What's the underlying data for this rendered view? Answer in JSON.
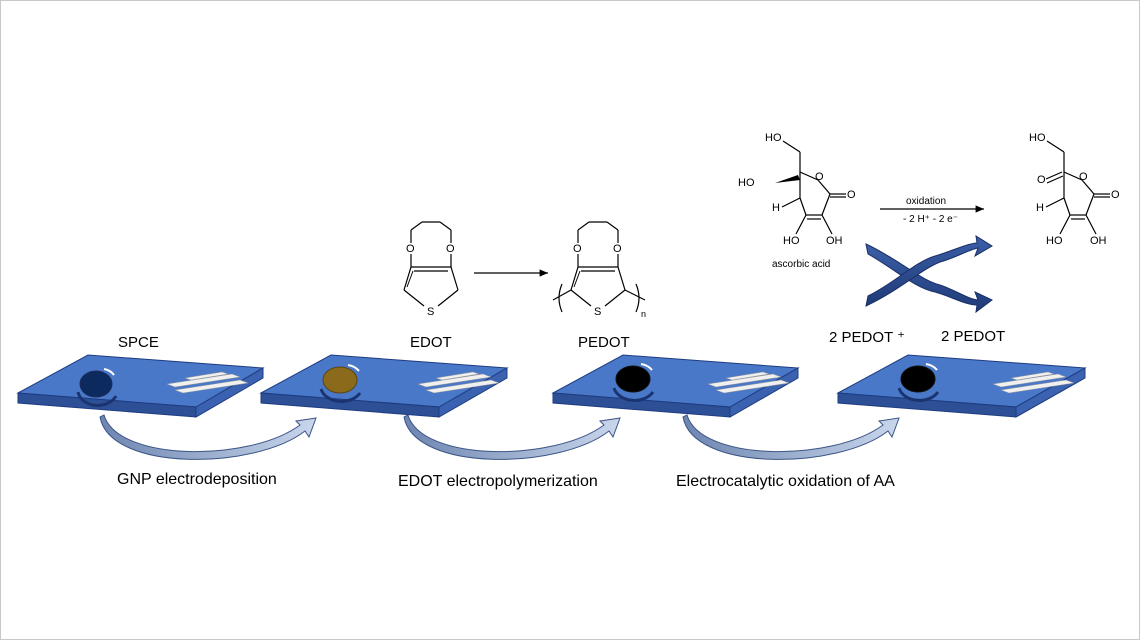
{
  "electrodes": [
    {
      "label": "SPCE",
      "coating": "#0d2a5e"
    },
    {
      "label": "EDOT",
      "coating": "#8b6a1c"
    },
    {
      "label": "PEDOT",
      "coating": "#000000"
    },
    {
      "label": "",
      "coating": "#000000"
    }
  ],
  "steps": [
    "GNP electrodeposition",
    "EDOT electropolymerization",
    "Electrocatalytic oxidation of AA"
  ],
  "edot_reaction": {
    "ring_atoms": {
      "o1": "O",
      "o2": "O",
      "s": "S"
    },
    "product_atoms": {
      "o1": "O",
      "o2": "O",
      "s": "S",
      "n": "n"
    }
  },
  "ascorbic": {
    "name": "ascorbic acid",
    "atoms": {
      "ho_top": "HO",
      "ho_mid": "HO",
      "h": "H",
      "o_ring": "O",
      "o_keto": "O",
      "ho_b1": "HO",
      "oh_b2": "OH"
    }
  },
  "oxidation": {
    "label_top": "oxidation",
    "label_bottom": "- 2 H⁺ - 2 e⁻"
  },
  "dehydro": {
    "atoms": {
      "ho_top": "HO",
      "o_keto1": "O",
      "h": "H",
      "o_ring": "O",
      "o_keto2": "O",
      "ho_b1": "HO",
      "oh_b2": "OH"
    }
  },
  "pedot_states": {
    "left": "2 PEDOT ⁺",
    "right": "2 PEDOT"
  },
  "colors": {
    "electrode_top": "#4a78c9",
    "electrode_side": "#2d4f95",
    "arrow_fill": "#7f97bd",
    "cross_arrow": "#2a4a8a"
  }
}
